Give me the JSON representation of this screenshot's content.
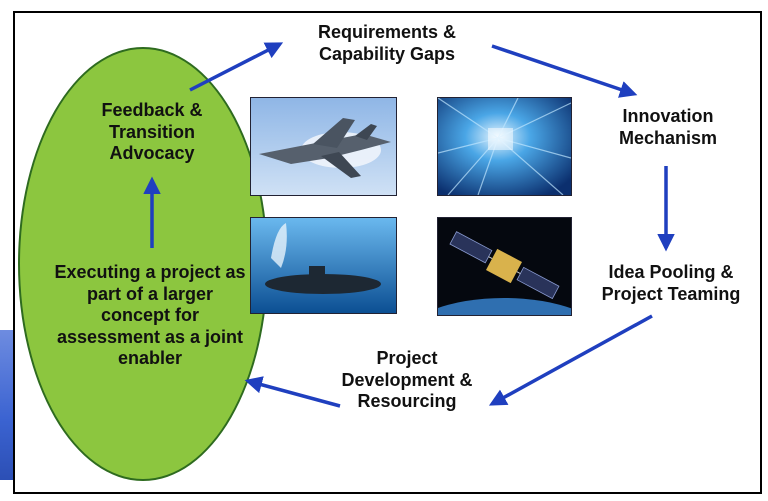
{
  "nodes": {
    "requirements": "Requirements & Capability Gaps",
    "innovation": "Innovation Mechanism",
    "idea_pooling": "Idea Pooling & Project Teaming",
    "project_development": "Project Development & Resourcing",
    "feedback": "Feedback & Transition Advocacy",
    "executing": "Executing a project as part of a larger concept for assessment as a joint enabler"
  },
  "images": {
    "jet": "fighter-jet-photo",
    "abstract": "abstract-blue-light-photo",
    "submarine": "submarine-missile-launch-photo",
    "satellite": "satellite-in-orbit-photo"
  },
  "colors": {
    "arrow": "#1f3fbf",
    "ellipse_fill": "#8cc63f",
    "ellipse_stroke": "#2e6b1f"
  }
}
